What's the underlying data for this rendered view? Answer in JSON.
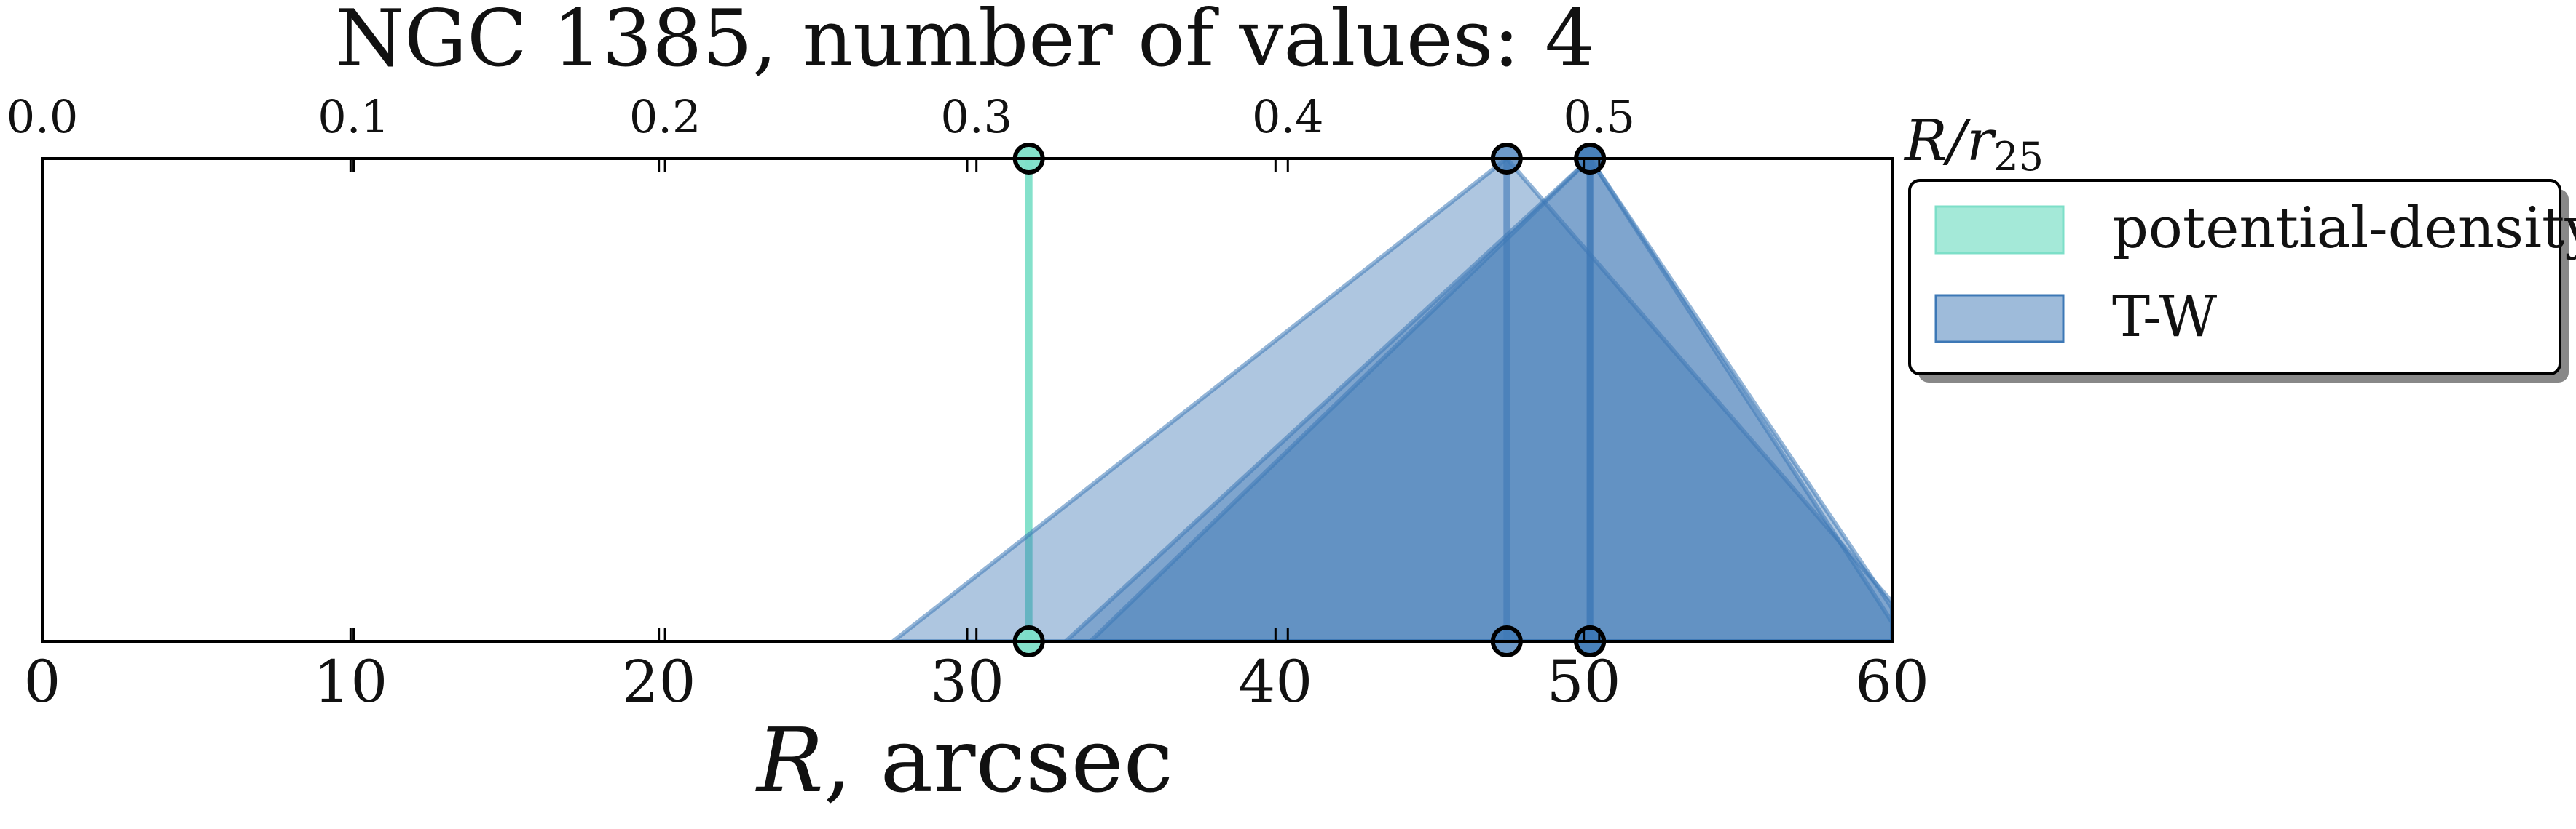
{
  "chart_data": {
    "type": "area",
    "title": "NGC 1385, number of values: 4",
    "xlabel_main": "R",
    "xlabel_rest": ", arcsec",
    "x2label_main": "R/r",
    "x2label_sub": "25",
    "xlim": [
      0,
      60
    ],
    "x_ticks": [
      "0",
      "10",
      "20",
      "30",
      "40",
      "50",
      "60"
    ],
    "x_tick_values": [
      0,
      10,
      20,
      30,
      40,
      50,
      60
    ],
    "x2_ticks": [
      "0.0",
      "0.1",
      "0.2",
      "0.3",
      "0.4",
      "0.5"
    ],
    "x2_tick_values_arcsec": [
      0,
      10.1,
      20.2,
      30.3,
      40.4,
      50.5
    ],
    "ylim": [
      0,
      1
    ],
    "grid": false,
    "legend_placement": "outside-right-top",
    "series": [
      {
        "name": "potential-density",
        "color": "#7ddfc8",
        "markers": [
          32.0
        ],
        "triangles": []
      },
      {
        "name": "T-W",
        "color": "#3d78b6",
        "markers": [
          47.5,
          50.2,
          50.2
        ],
        "triangles": [
          {
            "apex": 47.5,
            "left_base": 27.6,
            "right_slope": 0.0735
          },
          {
            "apex": 50.2,
            "left_base": 33.2,
            "right_slope": 0.095
          },
          {
            "apex": 50.2,
            "left_base": 34.0,
            "right_slope": 0.098
          }
        ]
      }
    ]
  }
}
